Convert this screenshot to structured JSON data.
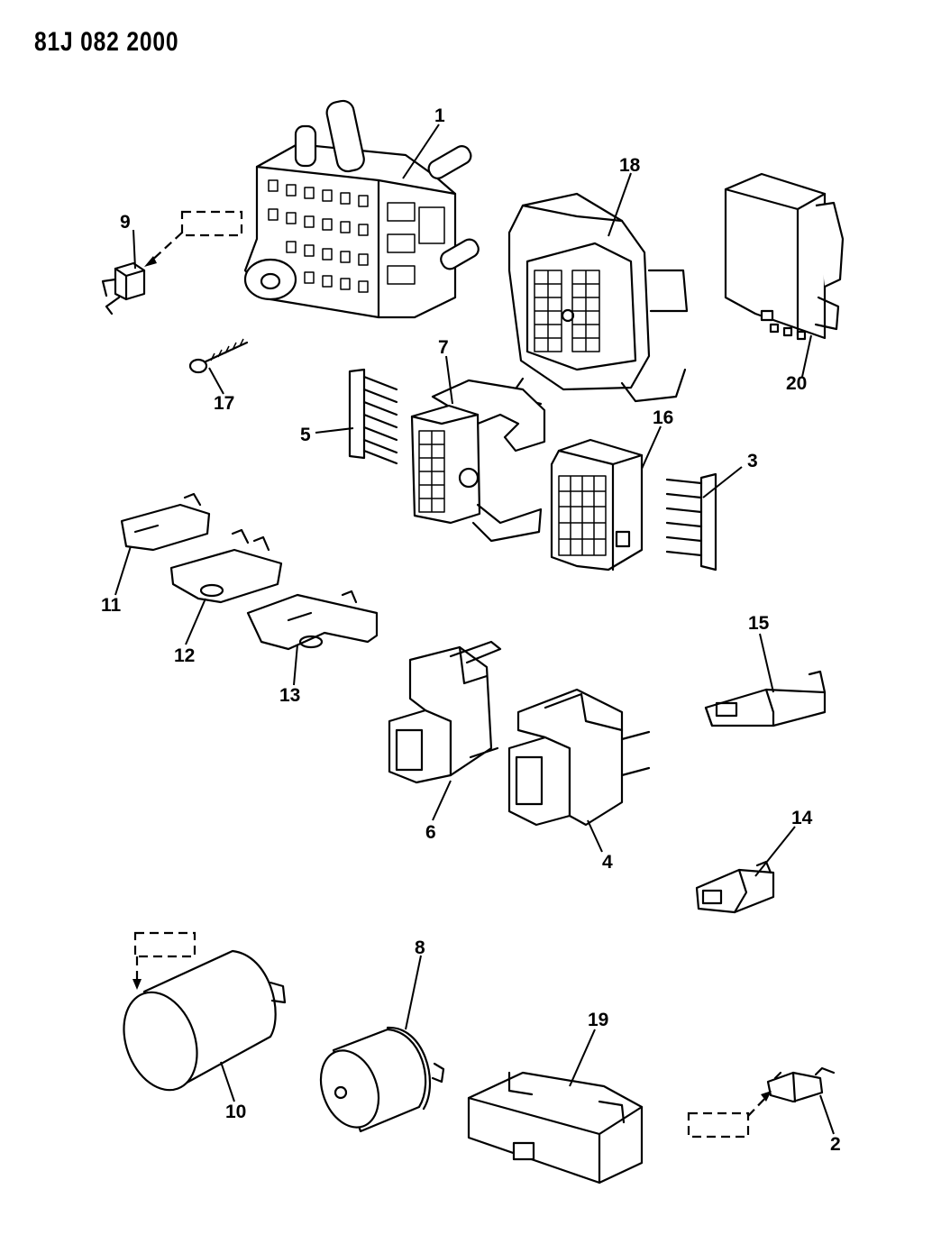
{
  "diagram": {
    "reference_number": "81J 082 2000",
    "callouts": {
      "c1": "1",
      "c2": "2",
      "c3": "3",
      "c4": "4",
      "c5": "5",
      "c6": "6",
      "c7": "7",
      "c8": "8",
      "c9": "9",
      "c10": "10",
      "c11": "11",
      "c12": "12",
      "c13": "13",
      "c14": "14",
      "c15": "15",
      "c16": "16",
      "c17": "17",
      "c18": "18",
      "c19": "19",
      "c20": "20"
    }
  }
}
